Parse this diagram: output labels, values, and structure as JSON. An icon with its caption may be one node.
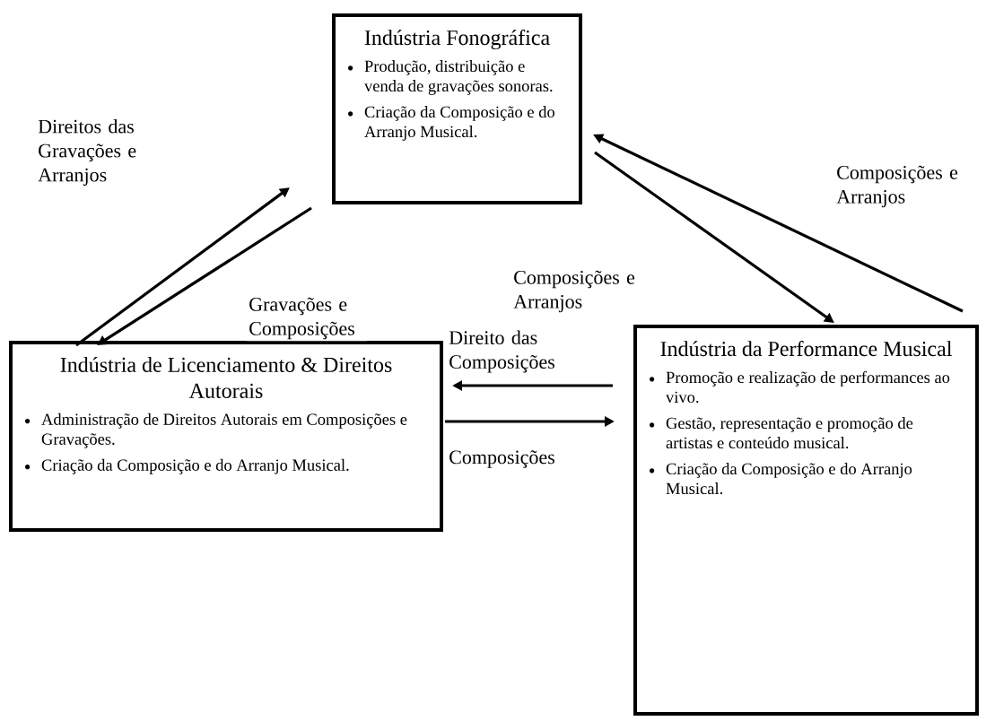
{
  "diagram": {
    "nodes": [
      {
        "text": [
          "Indústria Fonográfica",
          "Produção, distribuição e venda de gravações sonoras.",
          "Criação da Composição e do Arranjo Musical."
        ]
      },
      {
        "text": [
          "Indústria de Licenciamento & Direitos Autorais",
          "Administração de Direitos Autorais em Composições e Gravações.",
          "Criação da Composição e do Arranjo Musical."
        ]
      },
      {
        "text": [
          "Indústria da Performance Musical",
          "Promoção e realização de performances ao vivo.",
          "Gestão, representação e promoção de artistas e conteúdo musical.",
          "Criação da Composição e do Arranjo Musical."
        ]
      }
    ],
    "edges": [
      {
        "from": 1,
        "to": 0,
        "arrow": "to",
        "label": "Direitos das Gravações e Arranjos"
      },
      {
        "from": 0,
        "to": 1,
        "arrow": "to",
        "label": "Gravações e Composições"
      },
      {
        "from": 0,
        "to": 2,
        "arrow": "to",
        "label": "Composições e Arranjos"
      },
      {
        "from": 2,
        "to": 0,
        "arrow": "to",
        "label": "Composições e Arranjos"
      },
      {
        "from": 2,
        "to": 1,
        "arrow": "to",
        "label": "Direito das Composições"
      },
      {
        "from": 1,
        "to": 2,
        "arrow": "to",
        "label": "Composições"
      }
    ]
  }
}
